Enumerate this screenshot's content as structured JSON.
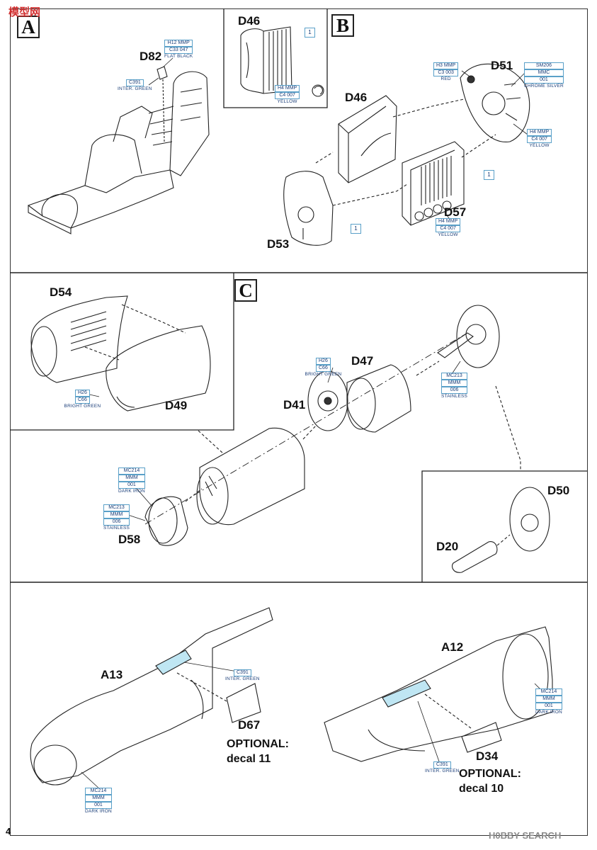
{
  "page_number": "4",
  "steps": {
    "a": "A",
    "b": "B",
    "c": "C"
  },
  "parts": {
    "d82": "D82",
    "d46_top": "D46",
    "d46_mid": "D46",
    "d51": "D51",
    "d53": "D53",
    "d57": "D57",
    "d54": "D54",
    "d49": "D49",
    "d47": "D47",
    "d41": "D41",
    "d58": "D58",
    "d50": "D50",
    "d20": "D20",
    "a13": "A13",
    "d67": "D67",
    "a12": "A12",
    "d34": "D34"
  },
  "optional": {
    "left": {
      "line1": "OPTIONAL:",
      "line2": "decal 11"
    },
    "right": {
      "line1": "OPTIONAL:",
      "line2": "decal 10"
    }
  },
  "paints": {
    "p_flat_black": {
      "code": "H12  MMP",
      "code2": "C33  047",
      "name": "FLAT BLACK"
    },
    "p_inter_green_a": {
      "code": "C391",
      "name": "INTER. GREEN"
    },
    "p_red": {
      "code": "H3  MMP",
      "code2": "C3   003",
      "name": "RED"
    },
    "p_chrome": {
      "code": "SM206",
      "code2": "MMC",
      "code3": "001",
      "name": "CHROME SILVER"
    },
    "p_yellow_r": {
      "code": "H4  MMP",
      "code2": "C4   007",
      "name": "YELLOW"
    },
    "p_yellow_top": {
      "code": "H4  MMP",
      "code2": "C4   007",
      "name": "YELLOW"
    },
    "p_yellow_d57": {
      "code": "H4  MMP",
      "code2": "C4   007",
      "name": "YELLOW"
    },
    "p_bright_green_c": {
      "code": "H26",
      "code2": "C66",
      "name": "BRIGHT GREEN"
    },
    "p_bright_green_d41": {
      "code": "H26",
      "code2": "C66",
      "name": "BRIGHT GREEN"
    },
    "p_stainless_d50": {
      "code": "MC213",
      "code2": "MMM",
      "code3": "006",
      "name": "STAINLESS"
    },
    "p_dark_iron_c": {
      "code": "MC214",
      "code2": "MMM",
      "code3": "001",
      "name": "DARK IRON"
    },
    "p_stainless_d58": {
      "code": "MC213",
      "code2": "MMM",
      "code3": "006",
      "name": "STAINLESS"
    },
    "p_inter_green_a13": {
      "code": "C391",
      "name": "INTER. GREEN"
    },
    "p_dark_iron_a13": {
      "code": "MC214",
      "code2": "MMM",
      "code3": "001",
      "name": "DARK IRON"
    },
    "p_dark_iron_a12": {
      "code": "MC214",
      "code2": "MMM",
      "code3": "001",
      "name": "DARK IRON"
    },
    "p_inter_green_a12": {
      "code": "C391",
      "name": "INTER. GREEN"
    }
  },
  "decal_refs": [
    "1",
    "1",
    "1",
    "1"
  ],
  "watermark_top": "模型网",
  "watermark_bottom": "H0BBY SEARCH",
  "colors": {
    "ink": "#222222",
    "paint_box": "#5aa0c8",
    "decal_blue": "#bfe6f3",
    "watermark_red": "#d23030"
  }
}
